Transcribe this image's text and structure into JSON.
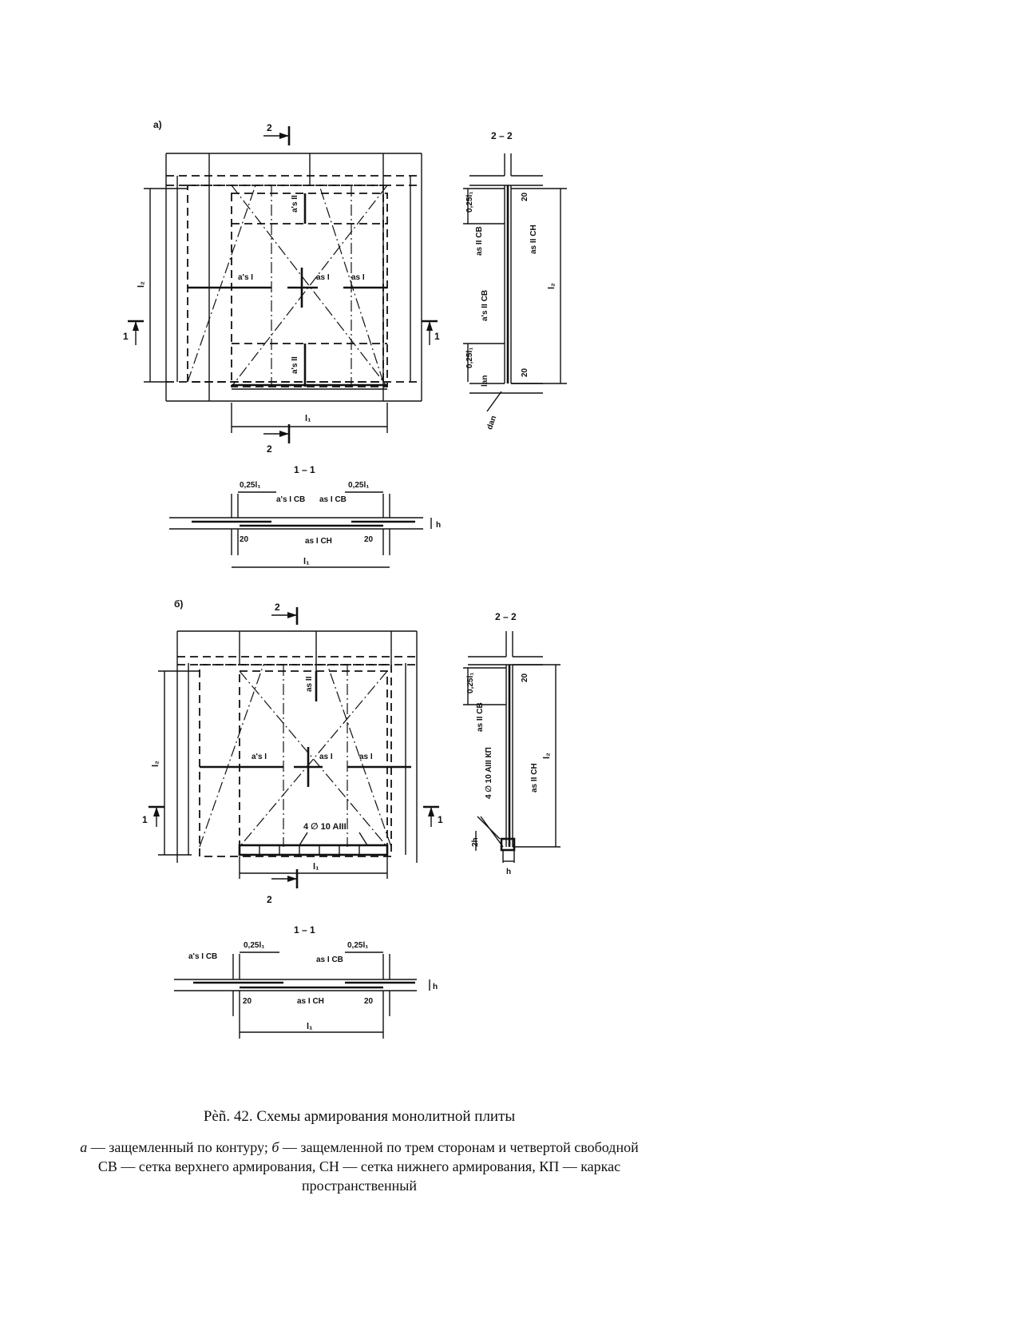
{
  "figure": {
    "part_a": {
      "label": "а)",
      "section_2_mark": "2",
      "section_1_mark": "1",
      "dim_l1": "l₁",
      "dim_l2": "l₂",
      "rebar_top": "a's II",
      "rebar_center_left": "a's I",
      "rebar_center": "as I",
      "rebar_right": "as I",
      "rebar_bottom": "a's II",
      "section_22": {
        "title": "2 – 2",
        "dim_025l1_top": "0,25l₁",
        "dim_025l1_bot": "0,25l₁",
        "dim_20_top": "20",
        "dim_20_bot": "20",
        "label_as2_cv": "as II CB",
        "label_as2_cn": "as II CH",
        "label_a2_cv": "a's II CB",
        "dim_lan": "lan",
        "dim_dan": "dan",
        "dim_l2": "l₂"
      },
      "section_11": {
        "title": "1 – 1",
        "dim_025l1_left": "0,25l₁",
        "dim_025l1_right": "0,25l₁",
        "label_left": "a's I CB",
        "label_right": "as I CB",
        "label_bottom": "as I CH",
        "dim_20_left": "20",
        "dim_20_right": "20",
        "dim_h": "h",
        "dim_l1": "l₁"
      }
    },
    "part_b": {
      "label": "б)",
      "section_2_mark": "2",
      "section_1_mark": "1",
      "dim_l1": "l₁",
      "dim_l2": "l₂",
      "rebar_top": "as II",
      "rebar_center_left": "a's I",
      "rebar_center": "as I",
      "rebar_right": "as I",
      "rebar_edge": "4 ∅ 10 AIII",
      "section_22": {
        "title": "2 – 2",
        "dim_025l1": "0,25l₁",
        "dim_20": "20",
        "label_cv": "as II CB",
        "label_kp": "4 ∅ 10 AIII КП",
        "label_cn": "as II CH",
        "dim_2h": "2h",
        "dim_h": "h",
        "dim_l2": "l₂"
      },
      "section_11": {
        "title": "1 – 1",
        "dim_025l1_left": "0,25l₁",
        "dim_025l1_right": "0,25l₁",
        "label_left": "a's I CB",
        "label_right": "as I CB",
        "label_bottom": "as I CH",
        "dim_20_left": "20",
        "dim_20_right": "20",
        "dim_h": "h",
        "dim_l1": "l₁"
      }
    }
  },
  "caption": {
    "title": "Рèñ. 42. Схемы армирования монолитной плиты",
    "a_letter": "а",
    "a_text": " — защемленный по контуру; ",
    "b_letter": "б",
    "b_text": " — защемленной по трем сторонам и четвертой свободной",
    "line2": "СВ — сетка верхнего армирования, СН — сетка нижнего армирования, КП — каркас пространственный"
  }
}
